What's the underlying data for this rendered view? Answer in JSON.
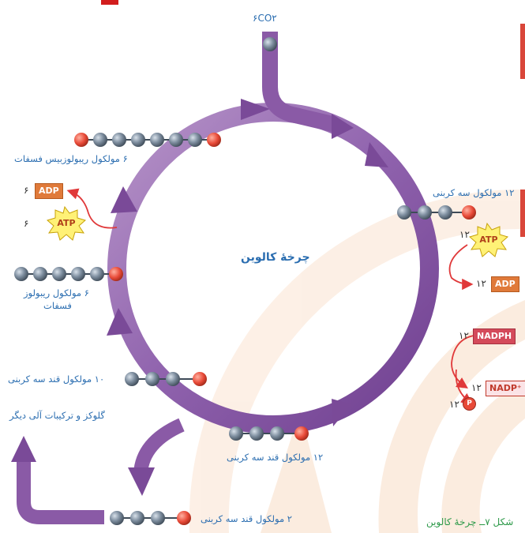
{
  "co2_label": "۶CO۲",
  "cycle_title": "چرخهٔ کالوین",
  "caption": "شکل ۷ــ چرخهٔ کالوین",
  "labels": {
    "ribulose_bisphosphate": "۶ مولکول ریبولوزبیس فسفات",
    "three_carbon_12_top": "۱۲ مولکول سه کربنی",
    "ribulose_phosphate_line1": "۶ مولکول ریبولوز",
    "ribulose_phosphate_line2": "فسفات",
    "sugar_10": "۱۰ مولکول قند سه کربنی",
    "glucose_out": "گلوکز و ترکیبات آلی دیگر",
    "sugar_12_bottom": "۱۲ مولکول قند سه کربنی",
    "sugar_2": "۲ مولکول قند سه کربنی"
  },
  "cofactors": {
    "left_adp": {
      "count": "۶",
      "label": "ADP"
    },
    "left_atp": {
      "count": "۶",
      "label": "ATP"
    },
    "right_atp": {
      "count": "۱۲",
      "label": "ATP"
    },
    "right_adp": {
      "count": "۱۲",
      "label": "ADP"
    },
    "nadph": {
      "count": "۱۲",
      "label": "NADPH"
    },
    "nadp": {
      "count": "۱۲",
      "label": "NADP⁺"
    },
    "phosphate": {
      "count": "۱۲",
      "label": "P"
    }
  },
  "phosphate_symbol": "P",
  "colors": {
    "arrow_purple": "#8a5aa6",
    "molecule_gray": "#6c7b8a",
    "phosphate_red": "#e84a38",
    "label_blue": "#2a6db0",
    "caption_green": "#2e9a4a",
    "red_arrow": "#e0393a"
  }
}
